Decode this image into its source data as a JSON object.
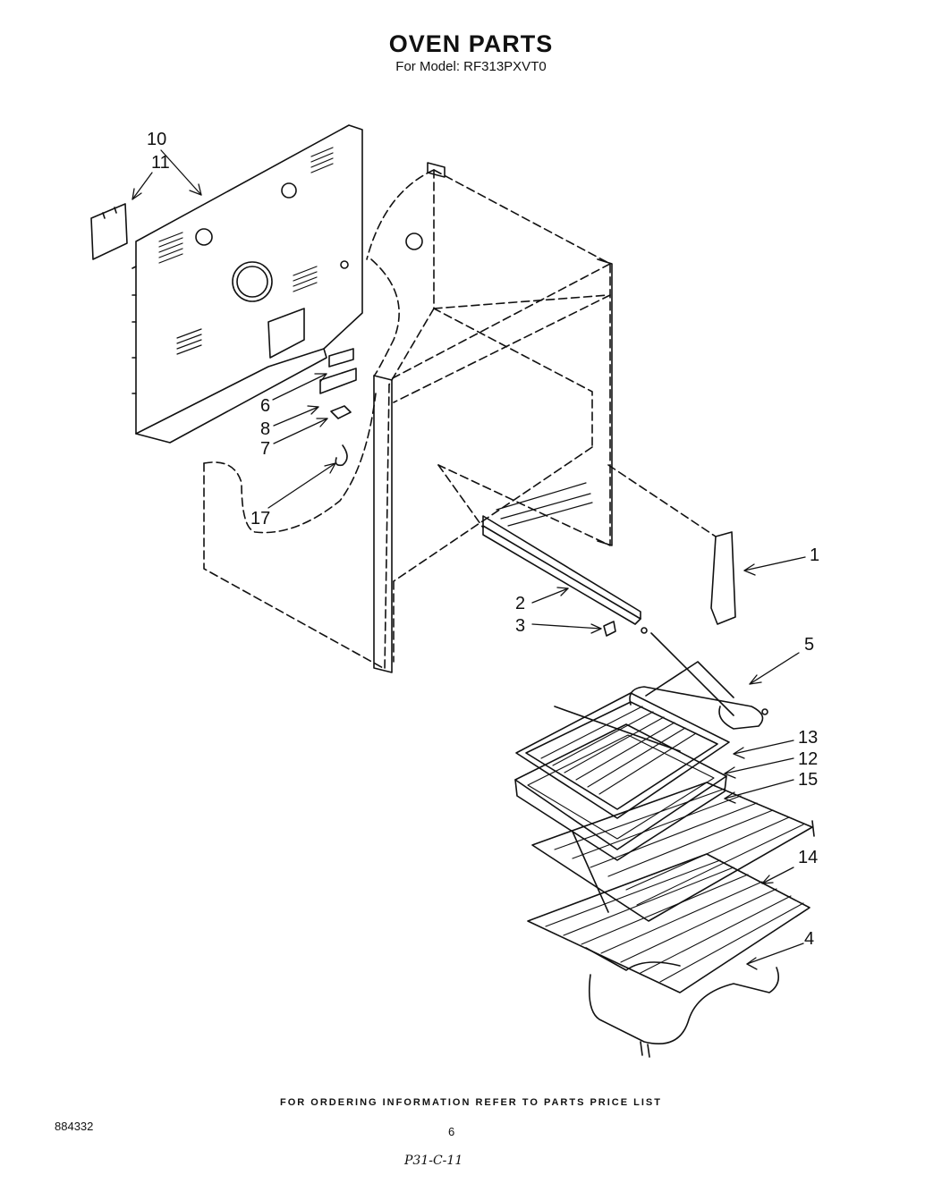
{
  "header": {
    "title": "OVEN PARTS",
    "subtitle": "For Model: RF313PXVT0"
  },
  "callouts": [
    "1",
    "2",
    "3",
    "4",
    "5",
    "6",
    "7",
    "8",
    "10",
    "11",
    "12",
    "13",
    "14",
    "15",
    "17"
  ],
  "footer": {
    "ordering_note": "FOR ORDERING INFORMATION REFER TO PARTS PRICE LIST",
    "doc_number": "884332",
    "page_number": "6",
    "handwritten_note": "P31-C-11"
  },
  "colors": {
    "ink": "#111111",
    "paper": "#ffffff"
  }
}
